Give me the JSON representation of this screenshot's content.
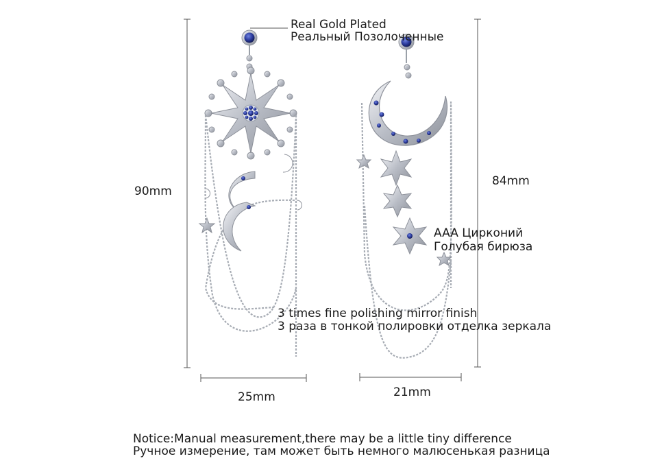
{
  "labels": {
    "gold_en": "Real Gold Plated",
    "gold_ru": "Реальный Позолоченные",
    "height_left": "90mm",
    "height_right": "84mm",
    "zircon_ru_1": "AAA Цирконий",
    "zircon_ru_2": "Голубая бирюза",
    "polish_en": "3 times fine polishing mirror finish",
    "polish_ru": "3 раза в тонкой полировки отделка зеркала",
    "width_left": "25mm",
    "width_right": "21mm",
    "notice_en": "Notice:Manual measurement,there may be a little tiny difference",
    "notice_ru": "Ручное измерение, там может быть немного малюсенькая разница"
  },
  "colors": {
    "silver": "#c9ccd3",
    "silver_dark": "#8d919a",
    "sapphire": "#2a3a9c",
    "line": "#555555"
  }
}
